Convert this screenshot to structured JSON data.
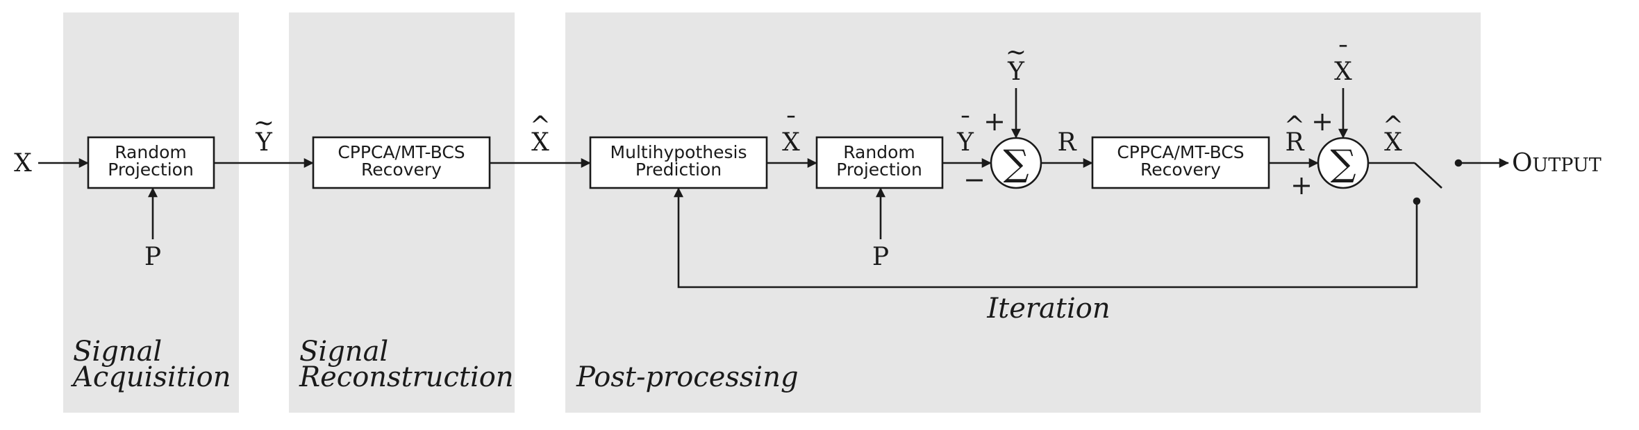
{
  "stages": {
    "acquisition": {
      "line1": "Signal",
      "line2": "Acquisition"
    },
    "reconstruction": {
      "line1": "Signal",
      "line2": "Reconstruction"
    },
    "postprocessing": {
      "line1": "Post-processing"
    }
  },
  "blocks": {
    "random_projection_1": {
      "line1": "Random",
      "line2": "Projection"
    },
    "recovery_1": {
      "line1": "CPPCA/MT-BCS",
      "line2": "Recovery"
    },
    "prediction": {
      "line1": "Multihypothesis",
      "line2": "Prediction"
    },
    "random_projection_2": {
      "line1": "Random",
      "line2": "Projection"
    },
    "recovery_2": {
      "line1": "CPPCA/MT-BCS",
      "line2": "Recovery"
    }
  },
  "signals": {
    "input": "X",
    "y_tilde": "Y",
    "p1": "P",
    "x_hat_1": "X",
    "x_bar_1": "X",
    "y_bar": "Y",
    "p2": "P",
    "y_tilde_top": "Y",
    "r": "R",
    "r_hat": "R",
    "x_bar_top": "X",
    "x_hat_out": "X"
  },
  "operators": {
    "sum1": {
      "symbol": "∑",
      "plus": "+",
      "minus": "−"
    },
    "sum2": {
      "symbol": "∑",
      "plus_top": "+",
      "plus_bottom": "+"
    }
  },
  "accents": {
    "tilde": "~",
    "hat": "^",
    "bar": "¯"
  },
  "loop_label": "Iteration",
  "output": {
    "first_letter": "O",
    "rest": "UTPUT"
  }
}
